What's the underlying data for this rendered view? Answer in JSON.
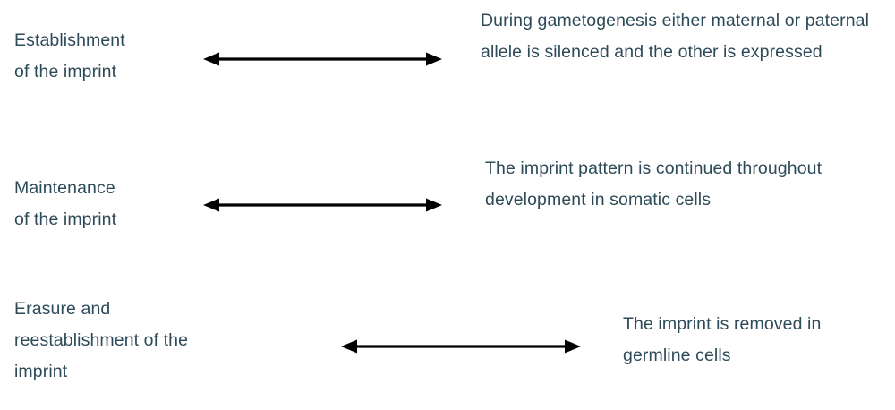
{
  "page": {
    "title": "Genomic imprinting stages diagram",
    "background_color": "#ffffff",
    "text_color": "#2d4a59",
    "arrow_color": "#000000"
  },
  "rows": [
    {
      "id": "establishment",
      "label": "Establishment\nof the imprint",
      "arrow": "double-headed-arrow",
      "description": "During gametogenesis either maternal or paternal allele is silenced and the other is expressed"
    },
    {
      "id": "maintenance",
      "label": "Maintenance\nof the imprint",
      "arrow": "double-headed-arrow",
      "description": "The imprint pattern is continued throughout development in somatic cells"
    },
    {
      "id": "erasure-reestablishment",
      "label": "Erasure and\nreestablishment of the\nimprint",
      "arrow": "double-headed-arrow",
      "description": "The imprint is removed in germline cells"
    }
  ]
}
